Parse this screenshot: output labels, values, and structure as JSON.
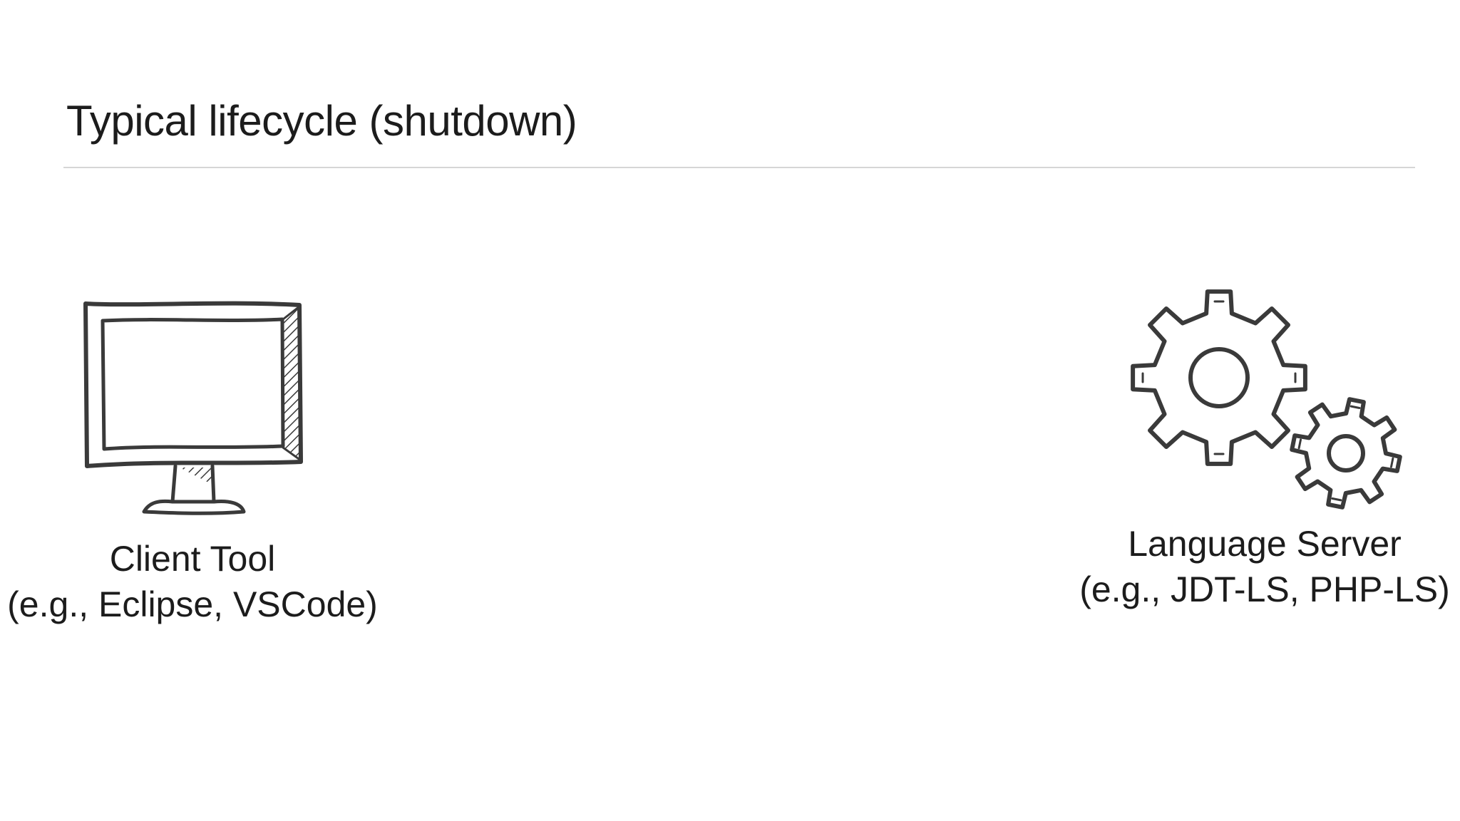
{
  "slide": {
    "title": "Typical lifecycle (shutdown)"
  },
  "client": {
    "icon": "monitor-icon",
    "name": "Client Tool",
    "examples": "(e.g., Eclipse, VSCode)"
  },
  "server": {
    "icon": "gears-icon",
    "name": "Language Server",
    "examples": "(e.g., JDT-LS, PHP-LS)"
  },
  "colors": {
    "text": "#1c1c1c",
    "rule": "#d6d6d6",
    "sketch": "#3a3a3a"
  }
}
